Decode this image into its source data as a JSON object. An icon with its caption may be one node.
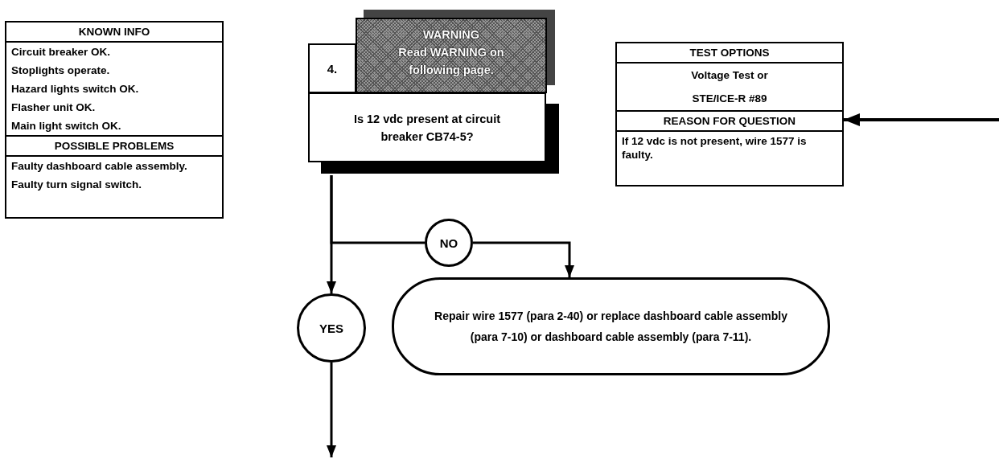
{
  "diagram": {
    "nodes": [
      {
        "text": [
          "KNOWN INFO",
          "Circuit breaker OK.",
          "Stoplights operate.",
          "Hazard lights switch OK.",
          "Flasher unit OK.",
          "Main light switch OK.",
          "POSSIBLE PROBLEMS",
          "Faulty dashboard cable assembly.",
          "Faulty turn signal switch."
        ]
      },
      {
        "text": [
          "4.",
          "Is 12 vdc present at circuit breaker CB74-5?"
        ]
      },
      {
        "text": [
          "WARNING",
          "Read WARNING on following page."
        ]
      },
      {
        "text": [
          "TEST OPTIONS",
          "Voltage Test or",
          "STE/ICE-R #89",
          "REASON FOR QUESTION",
          "If 12 vdc is not present, wire 1577 is faulty."
        ]
      },
      {
        "text": [
          "NO"
        ]
      },
      {
        "text": [
          "YES"
        ]
      },
      {
        "text": [
          "Repair wire 1577 (para 2-40) or replace dashboard cable assembly (para 7-10) or dashboard cable assembly (para 7-11)."
        ]
      }
    ],
    "edges": [
      {
        "from": 1,
        "to": 4,
        "arrow": "none"
      },
      {
        "from": 4,
        "to": 6,
        "arrow": "to"
      },
      {
        "from": 1,
        "to": 5,
        "arrow": "to"
      },
      {
        "from": 5,
        "to": null,
        "arrow": "to"
      },
      {
        "from": null,
        "to": 3,
        "arrow": "to"
      }
    ]
  }
}
